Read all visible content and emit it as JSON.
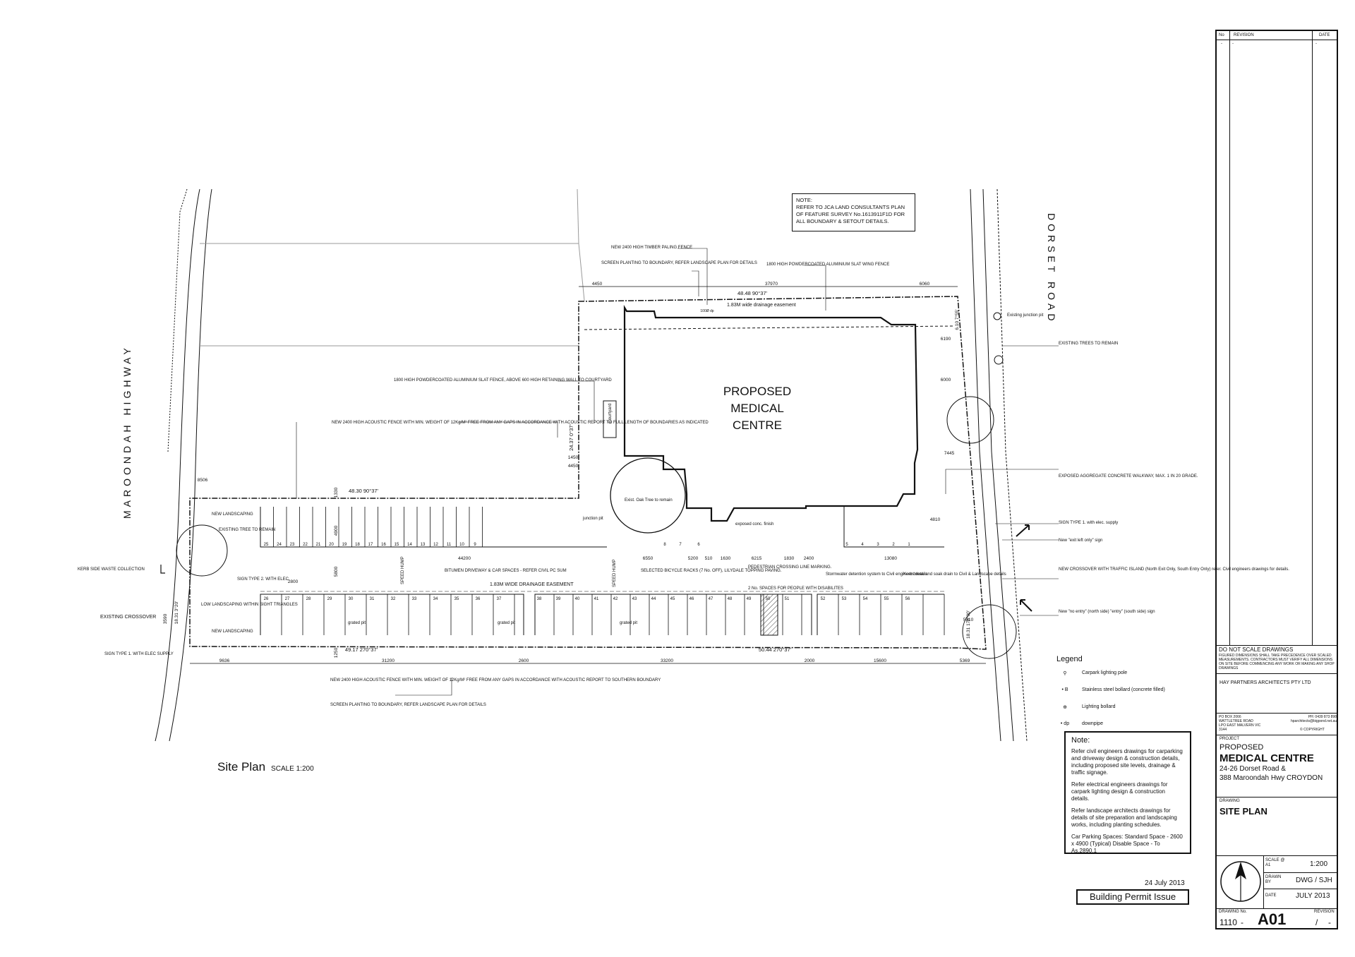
{
  "drawing": {
    "site_plan_title": "Site Plan",
    "site_plan_scale": "SCALE 1:200",
    "building_label_1": "PROPOSED",
    "building_label_2": "MEDICAL",
    "building_label_3": "CENTRE",
    "road_left": "MAROONDAH HIGHWAY",
    "road_right": "DORSET ROAD",
    "survey_note": [
      "NOTE:",
      "REFER TO JCA LAND CONSULTANTS PLAN",
      "OF FEATURE SURVEY No.1613911F1D FOR",
      "ALL BOUNDARY & SETOUT DETAILS."
    ],
    "date_issue": "24 July 2013",
    "issue_label": "Building Permit Issue",
    "annotations": {
      "fence_timber": "NEW 2400 HIGH TIMBER PALING FENCE",
      "screen_planting": "SCREEN PLANTING TO BOUNDARY, REFER LANDSCAPE PLAN FOR DETAILS",
      "slat_wing_fence": "1800 HIGH POWDERCOATED ALUMINIUM SLAT WING FENCE",
      "slat_fence_courtyard": "1800 HIGH POWDERCOATED ALUMINIUM SLAT FENCE, ABOVE 600 HIGH RETAINING WALL TO COURTYARD",
      "acoustic_fence_north": "NEW 2400 HIGH ACOUSTIC FENCE WITH MIN. WEIGHT OF 12Kg/M² FREE FROM ANY GAPS IN ACCORDANCE WITH ACOUSTIC REPORT TO FULL LENGTH OF BOUNDARIES AS INDICATED",
      "acoustic_fence_south": "NEW 2400 HIGH ACOUSTIC FENCE WITH MIN. WEIGHT OF 12Kg/M² FREE FROM ANY GAPS IN ACCORDANCE WITH ACOUSTIC REPORT TO SOUTHERN BOUNDARY",
      "screen_planting_south": "SCREEN PLANTING TO BOUNDARY, REFER LANDSCAPE PLAN FOR DETAILS",
      "drainage_easement_top": "1.83M wide drainage easement",
      "drainage_easement_mid": "1.83M WIDE DRAINAGE EASEMENT",
      "bitumen": "BITUMEN DRIVEWAY & CAR SPACES - REFER CIVIL PC SUM",
      "bicycle": "SELECTED BICYCLE RACKS (7 No. OFF), LILYDALE TOPPING PAVING.",
      "ped_crossing": "PEDESTRIAN CROSSING LINE MARKING.",
      "disabled": "2 No. SPACES FOR PEOPLE WITH DISABILITES",
      "stormwater": "Stormwater detention system to Civil engineers details",
      "kerb_break": "Kerb break and soak drain to Civil & Landscape details",
      "oak_tree": "Exist. Oak Tree to remain",
      "courtyard": "Courtyard",
      "new_landscaping": "NEW LANDSCAPING",
      "existing_tree": "EXISTING TREE TO REMAIN",
      "kerb_waste": "KERB SIDE WASTE COLLECTION",
      "sign_type2": "SIGN TYPE 2. WITH ELEC.",
      "low_landscaping": "LOW LANDSCAPING WITHIN SIGHT TRIANGLES",
      "existing_crossover": "EXISTING CROSSOVER",
      "new_landscaping_2": "NEW LANDSCAPING",
      "sign_type1_left": "SIGN TYPE 1. WITH ELEC SUPPLY",
      "existing_junction": "Existing junction pit",
      "existing_trees": "EXISTING TREES TO REMAIN",
      "exposed_aggregate": "EXPOSED AGGREGATE CONCRETE WALKWAY, MAX. 1 IN 20 GRADE.",
      "sign_type1_right": "SIGN TYPE 1. with elec. supply",
      "exit_left_only": "New \"exit left only\" sign",
      "new_crossover": "NEW CROSSOVER WITH TRAFFIC ISLAND (North Exit Only, South Entry Only) refer. Civil engineers drawings for details.",
      "no_entry_sign": "New \"no entry\" (north side) \"entry\" (south side) sign",
      "speed_hump": "SPEED HUMP",
      "junction_pit": "junction pit",
      "grated_pit": "grated pit",
      "exposed_conc": "exposed conc. finish"
    },
    "dimensions": {
      "top_4450": "4450",
      "top_37970": "37970",
      "top_6060": "6060",
      "top_bearing": "48.48  90°37'",
      "mid_bearing": "48.30  90°37'",
      "left_side": "24.37  0°37'",
      "bottom_bearing_1": "49.17  270°37'",
      "bottom_bearing_2": "50.44  270°37'",
      "bottom_9636": "9636",
      "bottom_31200": "31200",
      "bottom_2600": "2600",
      "bottom_33200": "33200",
      "bottom_2000": "2000",
      "bottom_15600": "15600",
      "bottom_5369": "5369",
      "left_18_31": "18.31  3°20'",
      "right_18_31": "18.31  178°00'",
      "right_6_10": "6.10  7°55'",
      "aisle_44200": "44200",
      "dim_8506": "8506",
      "dim_1330": "1330",
      "dim_1450": "1450",
      "dim_4450b": "4450",
      "dim_6550": "6550",
      "dim_5200": "5200",
      "dim_510": "510",
      "dim_1630": "1630",
      "dim_6215": "6215",
      "dim_1830": "1830",
      "dim_2400": "2400",
      "dim_13080": "13080",
      "dim_4810": "4810",
      "dim_6190": "6190",
      "dim_6000": "6000",
      "dim_7445": "7445",
      "dim_2800": "2800",
      "dim_4900": "4900",
      "dim_5800": "5800",
      "dim_1250": "1250",
      "dim_5310": "5310",
      "dim_3590": "3590",
      "dim_100_dp": "100Ø dp"
    },
    "car_spaces_top": [
      "25",
      "24",
      "23",
      "22",
      "21",
      "20",
      "19",
      "18",
      "17",
      "16",
      "15",
      "14",
      "13",
      "12",
      "11",
      "10",
      "9",
      "8",
      "7",
      "6",
      "5",
      "4",
      "3",
      "2",
      "1"
    ],
    "car_spaces_bottom": [
      "26",
      "27",
      "28",
      "29",
      "30",
      "31",
      "32",
      "33",
      "34",
      "35",
      "36",
      "37",
      "38",
      "39",
      "40",
      "41",
      "42",
      "43",
      "44",
      "45",
      "46",
      "47",
      "48",
      "49",
      "50",
      "51",
      "52",
      "53",
      "54",
      "55",
      "56"
    ]
  },
  "notes": {
    "heading": "Note:",
    "items": [
      "Refer civil engineers drawings for carparking and driveway design & construction details, including proposed site levels, drainage & traffic signage.",
      "Refer electrical engineers drawings for carpark lighting design & construction details.",
      "Refer landscape architects drawings for details of site preparation and landscaping works, including planting schedules.",
      "Car Parking Spaces: Standard Space - 2600 x 4900 (Typical) Disable Space - To As.2890.1"
    ]
  },
  "legend": {
    "heading": "Legend",
    "items": [
      {
        "symbol": "⚲",
        "label": "Carpark lighting pole"
      },
      {
        "symbol": "• B",
        "label": "Stainless steel bollard (concrete filled)"
      },
      {
        "symbol": "⊕",
        "label": "Lighting bollard"
      },
      {
        "symbol": "• dp",
        "label": "downpipe"
      }
    ]
  },
  "title_block": {
    "col_no": "No",
    "col_revision": "REVISION",
    "col_date": "DATE",
    "dash": "-",
    "warning_1": "DO NOT SCALE DRAWINGS",
    "warning_2": "FIGURED DIMENSIONS SHALL TAKE PRECEDENCE OVER SCALED MEASUREMENTS. CONTRACTORS MUST VERIFY ALL DIMENSIONS ON SITE BEFORE COMMENCING ANY WORK OR MAKING ANY SHOP DRAWINGS",
    "firm": "HAY PARTNERS ARCHITECTS PTY LTD",
    "address": "PO BOX 2066 WATTLETREE ROAD LPO EAST MALVERN VIC 3144",
    "contact": "PH: 0439 873 898 hparchitects@bigpond.net.au",
    "copyright": "© COPYRIGHT",
    "project_label": "PROJECT",
    "project_1": "PROPOSED",
    "project_2": "MEDICAL CENTRE",
    "project_3": "24-26 Dorset Road &",
    "project_4": "388 Maroondah Hwy CROYDON",
    "drawing_label": "DRAWING",
    "drawing_name": "SITE PLAN",
    "scale_label": "SCALE @ A1",
    "scale_value": "1:200",
    "drawn_label": "DRAWN BY",
    "drawn_value": "DWG / SJH",
    "date_label": "DATE",
    "date_value": "JULY 2013",
    "drawing_no_label": "DRAWING No.",
    "drawing_no": "1110",
    "drawing_sheet": "A01",
    "revision_label": "REVISION",
    "revision_value": "/",
    "rev_dash": "-"
  }
}
